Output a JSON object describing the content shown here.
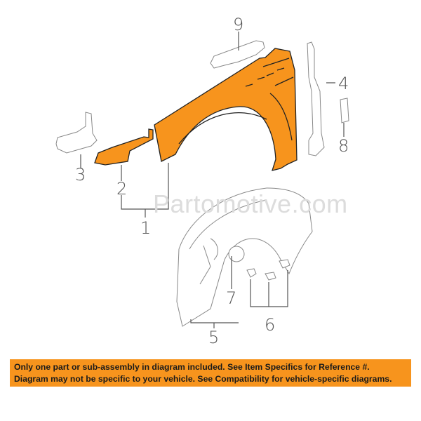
{
  "watermark": "Partomotive.com",
  "callouts": {
    "c1": "1",
    "c2": "2",
    "c3": "3",
    "c4": "4",
    "c5": "5",
    "c6": "6",
    "c7": "7",
    "c8": "8",
    "c9": "9"
  },
  "banner": {
    "line1": "Only one part or sub-assembly in diagram included. See Item Specifics for Reference #.",
    "line2": "Diagram may not be specific to your vehicle. See Compatibility for vehicle-specific diagrams."
  },
  "colors": {
    "highlight": "#f7941d",
    "banner": "#f7941d",
    "outline": "#888888"
  }
}
